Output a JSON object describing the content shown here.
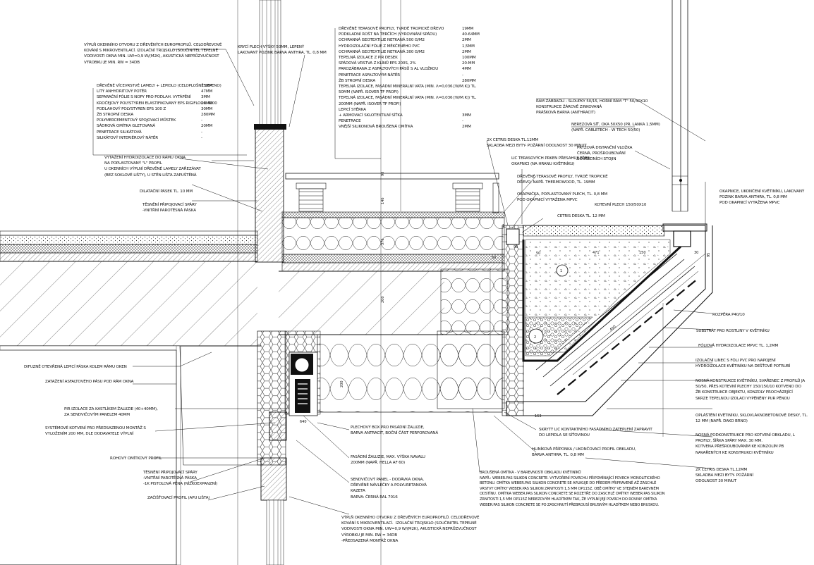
{
  "notes": {
    "window_top_left": "VÝPLŇ OKENNÍHO OTVORU Z DŘEVĚNÝCH EUROPROFILŮ. CELODŘEVOVÉ\nKOVÁNÍ S MIKROVENTILACÍ. IZOLAČNÍ TROJSKLO (SOUČINITEL TEPELNÉ\nVODIVOSTI OKNA min. UW=0,9 W/(M2K), AKUSTICKÁ NEPRŮZVUČNOST\nVÝROBKU JE min. RW = 34dB",
    "cover_sheet": "KRYCÍ PLECH VÝŠKY 50mm, LEPENÝ\nLAKOVANÝ POZINK BARVA ANTHRA, TL. 0,8 mm",
    "wood_deck_col1": "DŘEVĚNÉ TERASOVÉ PROFILY, TVRDÉ TROPICKÉ DŘEVO\nPODKLADNÍ ROŠT NA TERČÍCH (VYROVNÁNÍ SPÁDU)\nOCHRANNÁ GEOTEXTILIE NETKANÁ 500 g/m2\nHYDROIZOLAČNÍ FÓLIE Z MĚKČENÉHO PVC\nOCHRANNÁ GEOTEXTILIE NETKANÁ 300 g/m2\nTEPELNÁ IZOLACE Z PIR DESEK\nSPÁDOVÁ VRSTVA Z KLÍNŮ EPS 200S, 2%\nPAROZÁBRANA Z ASFALTOVÝCH PÁSŮ S AL VLOŽKOU\nPENETRACE ASFALTOVÝM NÁTĚR\nŽB STROPNÍ DESKA\nTEPELNÁ IZOLACE, FASÁDNÍ MINERÁLNÍ VATA (min. λ=0,036 [W/m.K]) TL.\n50mm (NAPŘ. ISOVER TF PROFI)\nTEPELNÁ IZOLACE, FASÁDNÍ MINERÁLNÍ VATA (min. λ=0,036 [W/m.K]) TL.\n200mm (NAPŘ. ISOVER TF PROFI)\nLEPICÍ STĚRKA\n+ ARMOVACÍ SKLOTEXTILNÍ SÍŤKA\nPENETRACE\nVNĚJŠÍ SILIKONOVÁ BROUŠENÁ OMÍTKA",
    "wood_deck_col2": "19mm\n40-64mm\n2mm\n1,5mm\n2mm\n100mm\n20-mm\n4mm\n-\n280mm\n\n\n\n\n\n3mm\n-\n2mm",
    "floor_col1": "DŘEVĚNÉ VÍCEVRSTVÉ LAMELY + LEPIDLO (CELOPLOŠNĚ LEPENO)\nLITÝ ANHYDRITOVÝ POTĚR\nSEPARAČNÍ FÓLIE S NOPY PRO PODLAH. VYTÁPĚNÍ\nKROČEJOVÝ POLYSTYREN ELASTIFIKOVANÝ EPS Rigifloor 4000\nPODLAHOVÝ POLYSTYREN EPS 100 Z\nŽB STROPNÍ DESKA\nPOLYMERCEMENTOVÝ SPOJOVACÍ MŮSTEK\nSÁDROVÁ OMÍTKA GLETOVANÁ\nPENETRACE SILIKÁTOVÁ\nSILIKÁTOVÝ INTERIÉROVÝ NÁTĚR",
    "floor_col2": "15mm\n47mm\n3mm\n25mm\n30mm\n280mm\n-\n20mm\n-\n-",
    "frame_right": "RÁM ZÁBRADLÍ - SLOUPKY 50/15, HORNÍ RÁM \"T\" 50/30x10\nKONSTRUKCE ŽÁROVĚ ZINKOVANÁ\nPRÁŠKOVÁ BARVA (ANTHRACIT)",
    "mesh": "NEREZOVÁ SÍŤ, OKA 50x50 (PR. LANKA 1,5mm)\n(NAPŘ. CABLETECH - W TECH 50/50)",
    "spacer": "PRYŽOVÁ DISTANČNÍ VLOŽKA\nČERNÁ, PROŠROUBOVÁNÍ\nSOUSEDNÍCH STOJIN",
    "cetris_top": "2x CETRIS DESKA TL.12mm\nSKLADBA MEZI BYTY- POŽÁRNÍ ODOLNOST 30 minut",
    "lc_profile": "LIC TERASOVÝCH PRKEN PŘESAHUJÍ PŘES\nOKAPNICI (NA HRANU KVĚTINÍKU)",
    "wood_terrace": "DŘEVĚNÉ TERASOVÉ PROFILY, TVRDÉ TROPICKÉ\nDŘEVO, NAPŘ. THERMOWOOD, TL. 19mm",
    "drip_edge": "OKAPNIČKA, POPLASTOVANÝ PLECH, TL. 0,8 mm\nPOD OKAPNICÍ VYTAŽENA mPVC",
    "angle": "KOTEVNÍ PLECH 150/50x10",
    "cetris12": "CETRIS DESKA TL. 12 mm",
    "drip_right": "OKAPNICE, UKONČENÍ KVĚTINÍKU, LAKOVANÝ\nPOZINK BARVA ANTHRA, TL. 0,8 mm\nPOD OKAPNICÍ VYTAŽENA mPVC",
    "hydro_frame": "VYTAŽENÍ HYDROIZOLACE DO RÁMU OKNA\nNA POPLASTOVANÝ \"L\" PROFIL\nU OKENNÍCH VÝPLNÍ DŘEVĚNÉ LAMELY ZAŘEZÁVAT\n(BEZ SOKLOVÉ LIŠTY), U STĚN LIŠTA ZAPUŠTĚNÁ",
    "dilatation": "DILATAČNÍ PÁSEK TL. 10 mm",
    "seal_joint": "TĚSNĚNÍ PŘIPOJOVACÍ SPÁRY\n-VNITŘNÍ PAROTĚSNÁ PÁSKA",
    "spacer_p": "ROZPĚRA P40/10",
    "substrate": "SUBSTRÁT PRO ROSTLINY V KVĚTINÍKU",
    "foil": "FÓLIOVÁ HYDROIZOLACE mPVC TL. 1,2mm",
    "insulation_lines": "IZOLAČNÍ LINEC S FÓLI PVC PRO NAPOJENÍ\nHYDROIZOLACE KVĚTINÍKU NA DEŠŤOVÉ POTRUBÍ",
    "support_struct": "NOSNÁ KONSTRUKCE KVĚTINÍKU, SVAŘENEC Z PROFILŮ JA\n50/50, PŘES KOTEVNÍ PLECHY 150/150/10 KOTVENO DO\nŽB KONSTRUKCE OBJEKTU, KONZOLY PROCHÁZEJÍCÍ\nSKRZE TEPELNOU IZOLACI VYPĚNĚNY PUR PĚNOU",
    "cladding": "OPLÁŠTĚNÍ KVĚTINÍKU, SKLOVLÁKNOBETONOVÉ DESKY, TL.\n12 mm (např. DAKO BRNO)",
    "sub_struct": "NOSNÁ PODKONSTRUKCE PRO KOTVENÍ OBKLADU, L\nPROFILY, ŠÍŘKA SPÁRY MAX. 30 mm.\nKOTVENA PŘEŠROUBOVÁNÍM KE KONZOLÍM PB\nNAVAŘENÝCH KE KONSTRUKCI KVĚTINÍKU",
    "cetris_bottom": "2x CETRIS DESKA TL.12mm\nSKLADBA MEZI BYTY- POŽÁRNÍ\nODOLNOST 30 minut",
    "diffuse_tape": "DIFUZNĚ OTEVŘENÁ LEPICÍ PÁSKA KOLEM RÁMU OKEN",
    "asphalt_belt": "ZATAŽENÍ ASFALTOVÉHO PÁSU POD RÁM OKNA",
    "pir_box": "PIR IZOLACE ZA KASTLÍKEM ŽALUZIE (40+40mm),\nZA SENDVIČOVÝM PANELEM 40mm",
    "anchor_system": "SYSTÉMOVÉ KOTVENÍ PRO PŘEDSAZENOU MONTÁŽ S\nVYLOŽENÍM 200 mm, DLE DODAVATELE VÝPLNÍ",
    "corner_profile": "ROHOVÝ OMÍTKOVÝ PROFIL",
    "seal_joint2": "TĚSNĚNÍ PŘIPOJOVACÍ SPÁRY\n-VNITŘNÍ PAROTĚSNÁ PÁSKA\n-1K PISTOLOVÁ PĚNA (NÍZKOEXPANZNÍ)",
    "start_profile": "ZAČIŠŤOVACÍ PROFIL (APU LIŠTA)",
    "sheet_box": "PLECHOVÝ BOX PRO FASÁDNÍ ŽALUZIE,\nBARVA ANTRACIT, BOČNÍ ČÁST PERFOROVANÁ",
    "blinds": "FASÁDNÍ ŽALUZIE, MAX. VÝŠKA NAVALU\n200mm (NAPŘ. HELLA AF 60)",
    "sandwich": "SENDVIČOVÝ PANEL - DODÁVKA OKNA,\nDŘEVĚNÉ NÁVLEČKY A POLYURETANOVÁ\nKAZETA\nBARVA: ČERNÁ RAL 7016",
    "window_bottom": "VÝPLŇ OKENNÍHO OTVORU Z DŘEVĚNÝCH EUROPROFILŮ. CELODŘEVOVÉ\nKOVÁNÍ S MIKROVENTILACÍ.  IZOLAČNÍ TROJSKLO (SOUČINITEL TEPELNÉ\nVODIVOSTI OKNA min. UW=0,9 W/(M2K), AKUSTICKÁ NEPRŮZVUČNOST\nVÝROBKU JE min. RW = 34dB\n-PŘEDSAZENÁ MONTÁŽ OKNA",
    "render_contact": "SKRYTÝ LIC KONTAKTNÍHO FASÁDNÍHO ZATEPLENÍ ZAPRAVIT\nDO LEPIDLA SE SÍŤOVINOU",
    "edge_profile": "HLINÍKOVÁ PŘÍPONKA / UKONČOVACÍ PROFIL OBKLADU,\nBARVA ANTHRA, TL. 0,8 mm",
    "render_bottom": "BROUŠENÁ OMÍTKA - V BAREVNOSTI OBKLADU KVĚTINÍKŮ\nNAPŘ.: WEBER.PAS SILIKON CONCRETE. VYTVOŘENÍ POVRCHU PŘIPOMÍNAJÍCÍ POVRCH MONOLITICKÉHO\nBETONU. OMÍTKA WEBER.PAS SILIKON CONCRETE SE APLIKUJE DO PŘEDEM PŘIPRAVENÉ AŽ ZASCHLÉ\nVRSTVY OMÍTKY WEBER.PAS SILIKON ZRNITOSTI 1,5 MM OP115Z. OBĚ OMÍTKY VE STEJNÉM BAREVNÉM\nODSTÍNU. OMÍTKA WEBER.PAS SILIKON CONCRETE SE ROZETŘE DO ZASCHLÉ OMÍTKY WEBER.PAS SILIKON\nZRNITOSTI 1,5 MM OP115Z NEREZOVÝM HLADÍTKEM TAK, ŽE VYPLNÍ JEJÍ POVRCH DO ROVINY. OMÍTKA\nWEBER.PAS SILIKON CONCRETE SE PO ZASCHNUTÍ PŘEBROUSÍ BRUSNÝM HLADÍTKEM NEBO BRUSKOU."
  },
  "dimensions": {
    "d1": "90",
    "d2": "146",
    "d3": "376",
    "d4": "200",
    "d5": "50",
    "d6": "200",
    "d7": "90",
    "d8": "1",
    "d9": "50",
    "d10": "471",
    "d11": "150",
    "d12": "30",
    "d13": "95",
    "d14": "163",
    "d15": "400",
    "d16": "640"
  },
  "markers": {
    "m1": "1",
    "m2": "2"
  },
  "colors": {
    "ink": "#111111",
    "paper": "#ffffff",
    "hatch": "#333333"
  }
}
